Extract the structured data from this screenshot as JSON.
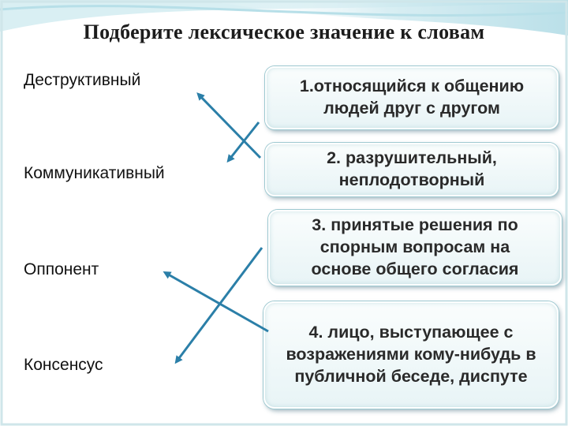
{
  "title": "Подберите лексическое значение к словам",
  "terms": [
    "Деструктивный",
    "Коммуникативный",
    "Оппонент",
    "Консенсус"
  ],
  "definitions": [
    "1.относящийся к общению людей друг с другом",
    "2. разрушительный, неплодотворный",
    "3. принятые решения по спорным вопросам на основе общего согласия",
    "4. лицо, выступающее с возражениями кому-нибудь в публичной беседе, диспуте"
  ],
  "colors": {
    "arrow": "#2b7fa8",
    "card_border": "#9ec9d1",
    "swoosh": "#bfe3ea"
  }
}
